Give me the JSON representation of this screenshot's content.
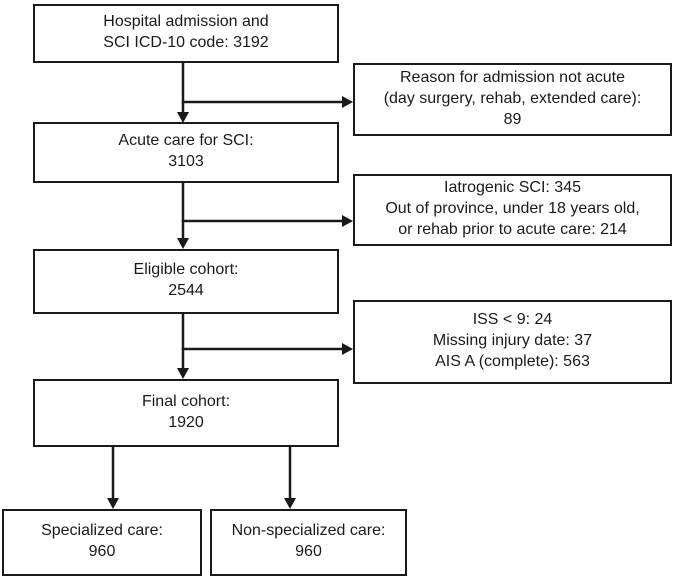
{
  "diagram": {
    "type": "flowchart",
    "colors": {
      "background": "#ffffff",
      "box_border": "#1a1a1a",
      "text": "#1a1a1a",
      "arrow": "#1a1a1a"
    },
    "boxes": {
      "hospital": {
        "lines": [
          "Hospital admission and",
          "SCI ICD-10 code: 3192"
        ],
        "count": 3192
      },
      "reason_not_acute": {
        "lines": [
          "Reason for admission not acute",
          "(day surgery, rehab, extended care):",
          "89"
        ],
        "count": 89
      },
      "acute_care": {
        "lines": [
          "Acute care for SCI:",
          "3103"
        ],
        "count": 3103
      },
      "iatrogenic_exclusions": {
        "lines": [
          "Iatrogenic SCI: 345",
          "Out of province, under 18 years old,",
          "or rehab prior to acute care: 214"
        ]
      },
      "eligible_cohort": {
        "lines": [
          "Eligible cohort:",
          "2544"
        ],
        "count": 2544
      },
      "severity_exclusions": {
        "lines": [
          "ISS < 9: 24",
          "Missing injury date: 37",
          "AIS A (complete): 563"
        ]
      },
      "final_cohort": {
        "lines": [
          "Final cohort:",
          "1920"
        ],
        "count": 1920
      },
      "specialized_care": {
        "lines": [
          "Specialized care:",
          "960"
        ],
        "count": 960
      },
      "non_specialized_care": {
        "lines": [
          "Non-specialized care:",
          "960"
        ],
        "count": 960
      }
    },
    "edges": [
      {
        "from": "hospital",
        "to": "acute_care"
      },
      {
        "from": "hospital",
        "to": "reason_not_acute"
      },
      {
        "from": "acute_care",
        "to": "eligible_cohort"
      },
      {
        "from": "acute_care",
        "to": "iatrogenic_exclusions"
      },
      {
        "from": "eligible_cohort",
        "to": "final_cohort"
      },
      {
        "from": "eligible_cohort",
        "to": "severity_exclusions"
      },
      {
        "from": "final_cohort",
        "to": "specialized_care"
      },
      {
        "from": "final_cohort",
        "to": "non_specialized_care"
      }
    ]
  }
}
